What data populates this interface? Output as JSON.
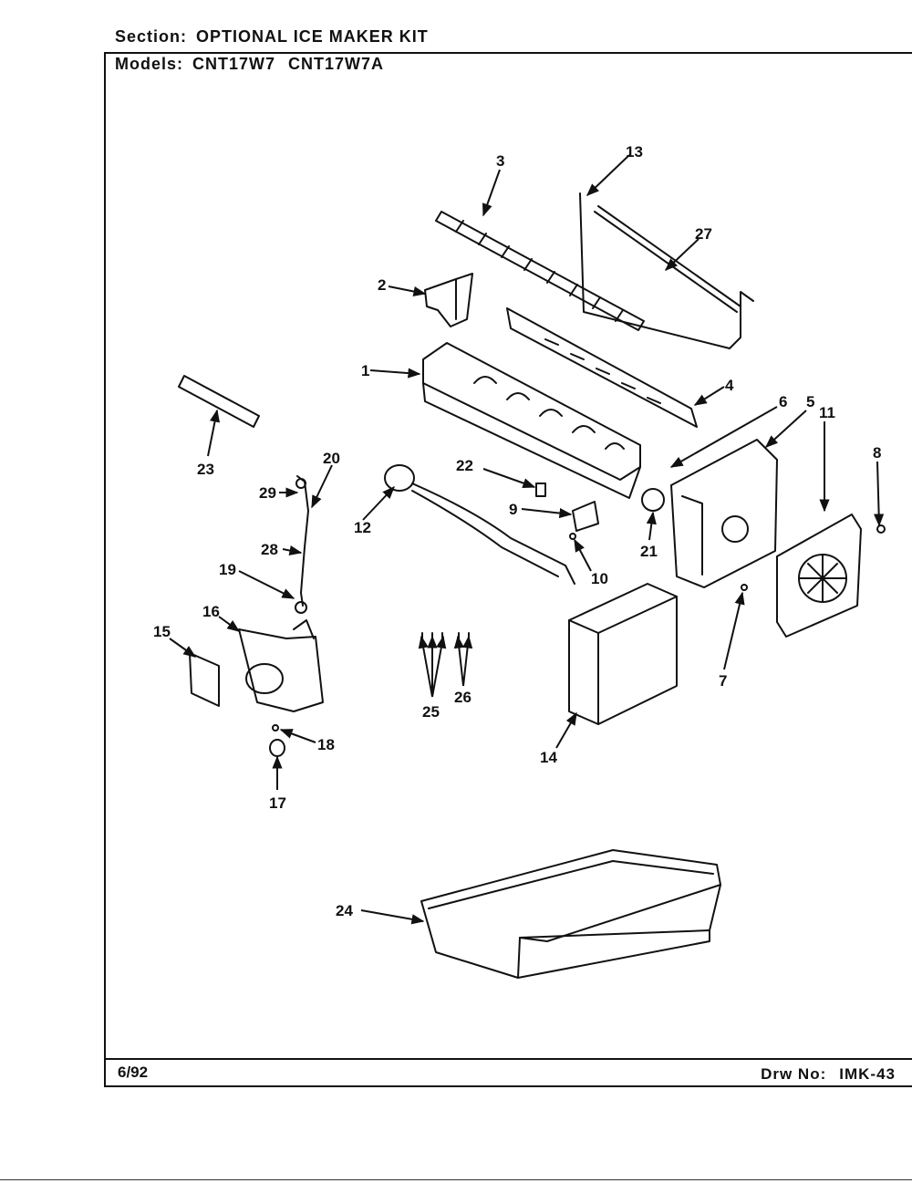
{
  "header": {
    "section_key": "Section:",
    "section_value": "OPTIONAL ICE MAKER KIT",
    "models_key": "Models:",
    "models": [
      "CNT17W7",
      "CNT17W7A"
    ]
  },
  "footer": {
    "date": "6/92",
    "drawing_key": "Drw No:",
    "drawing_number": "IMK-43"
  },
  "callouts": [
    "1",
    "2",
    "3",
    "4",
    "5",
    "6",
    "7",
    "8",
    "9",
    "10",
    "11",
    "12",
    "13",
    "14",
    "15",
    "16",
    "17",
    "18",
    "19",
    "20",
    "21",
    "22",
    "23",
    "24",
    "25",
    "26",
    "27",
    "28",
    "29"
  ]
}
